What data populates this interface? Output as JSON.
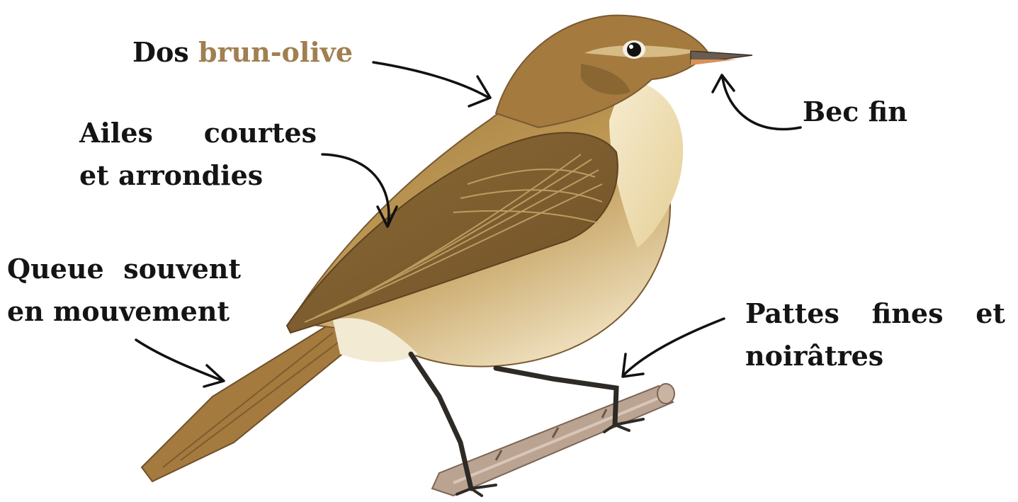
{
  "labels": {
    "back": {
      "prefix": "Dos",
      "accent": "brun-olive"
    },
    "wings": {
      "line1_word1": "Ailes",
      "line1_word2": "courtes",
      "line2": "et arrondies"
    },
    "tail": {
      "line1_word1": "Queue",
      "line1_word2": "souvent",
      "line2": "en mouvement"
    },
    "beak": "Bec fin",
    "legs": {
      "line1_word1": "Pattes",
      "line1_word2": "fines",
      "line1_word3": "et",
      "line2": "noirâtres"
    }
  },
  "colors": {
    "accent": "#a07f50",
    "text": "#141414",
    "plumage_upper": "#a57a3c",
    "plumage_under": "#f1e6c8",
    "legs": "#2e2a26",
    "branch": "#b9a190"
  }
}
